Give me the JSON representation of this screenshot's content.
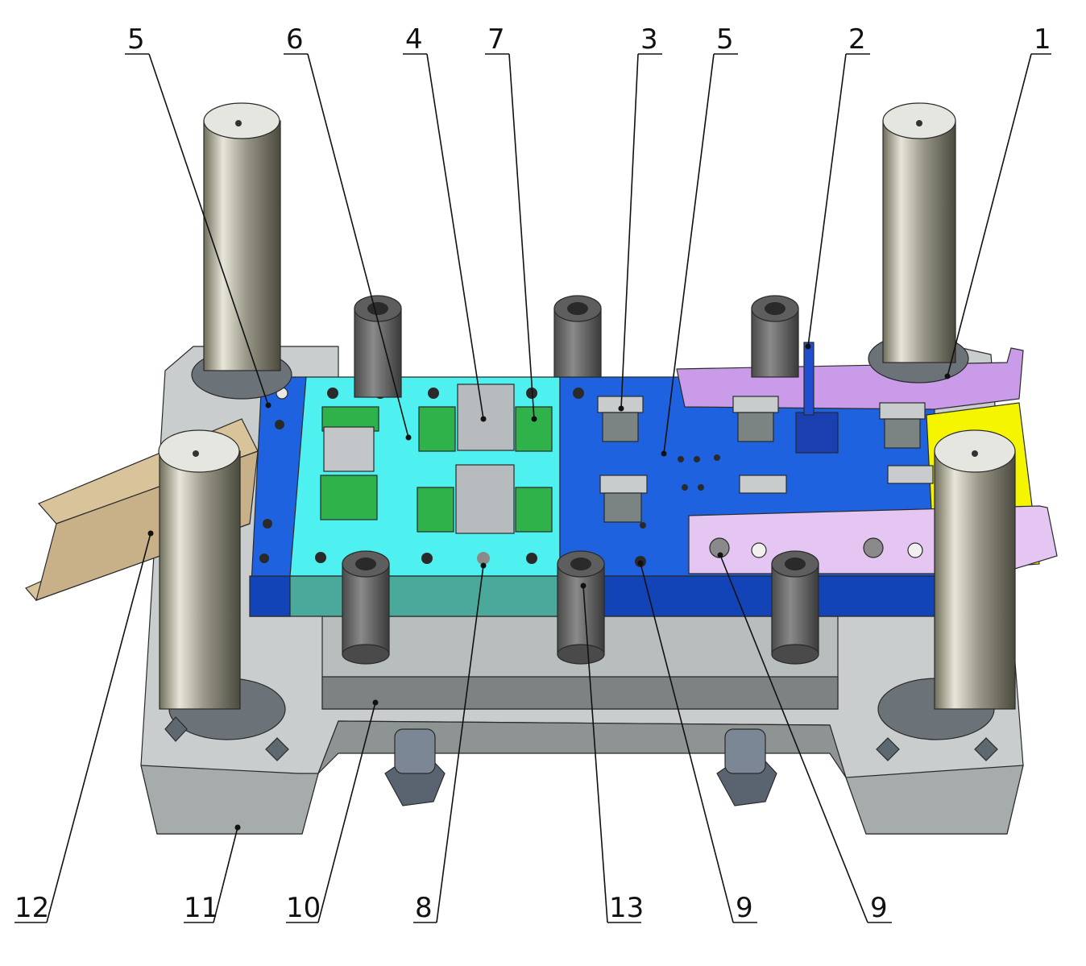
{
  "drawing": {
    "callouts": {
      "top": [
        "5",
        "6",
        "4",
        "7",
        "3",
        "5",
        "2",
        "1"
      ],
      "bottom": [
        "12",
        "11",
        "10",
        "8",
        "13",
        "9",
        "9"
      ]
    }
  }
}
